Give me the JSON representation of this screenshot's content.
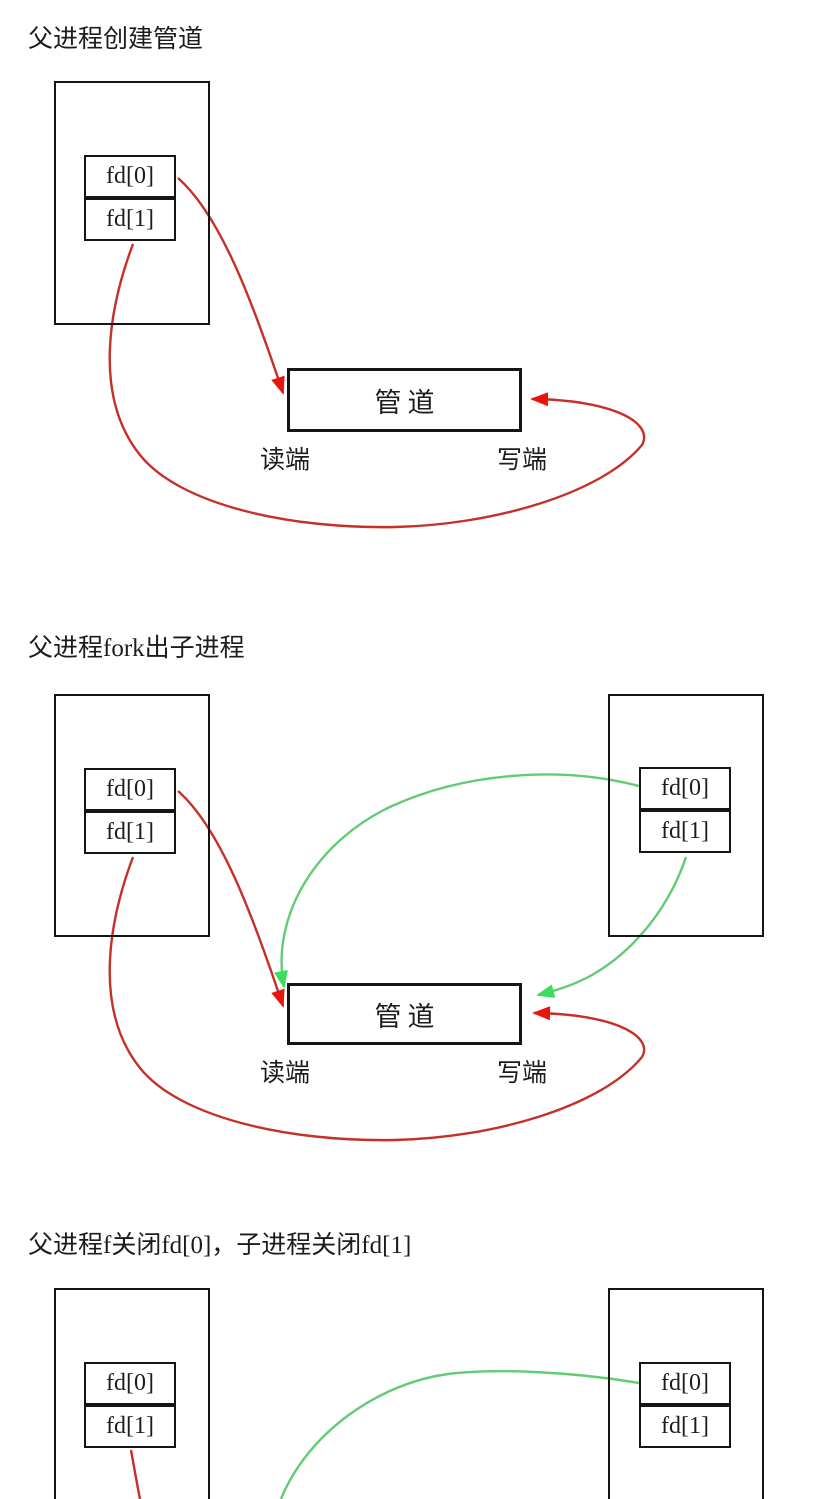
{
  "colors": {
    "background": "#ffffff",
    "text": "#1c1c1c",
    "box_border": "#151515",
    "red_line": "#c53028",
    "red_arrow": "#e8150d",
    "green_line": "#63cb74",
    "green_arrow": "#3edd5d"
  },
  "sections": [
    {
      "title": "父进程创建管道",
      "parent_process": {
        "fds": [
          "fd[0]",
          "fd[1]"
        ]
      },
      "pipe": {
        "label": "管道",
        "read_end_label": "读端",
        "write_end_label": "写端"
      }
    },
    {
      "title": "父进程fork出子进程",
      "parent_process": {
        "fds": [
          "fd[0]",
          "fd[1]"
        ]
      },
      "child_process": {
        "fds": [
          "fd[0]",
          "fd[1]"
        ]
      },
      "pipe": {
        "label": "管道",
        "read_end_label": "读端",
        "write_end_label": "写端"
      }
    },
    {
      "title": "父进程f关闭fd[0]，子进程关闭fd[1]",
      "parent_process": {
        "fds": [
          "fd[0]",
          "fd[1]"
        ]
      },
      "child_process": {
        "fds": [
          "fd[0]",
          "fd[1]"
        ]
      }
    }
  ]
}
